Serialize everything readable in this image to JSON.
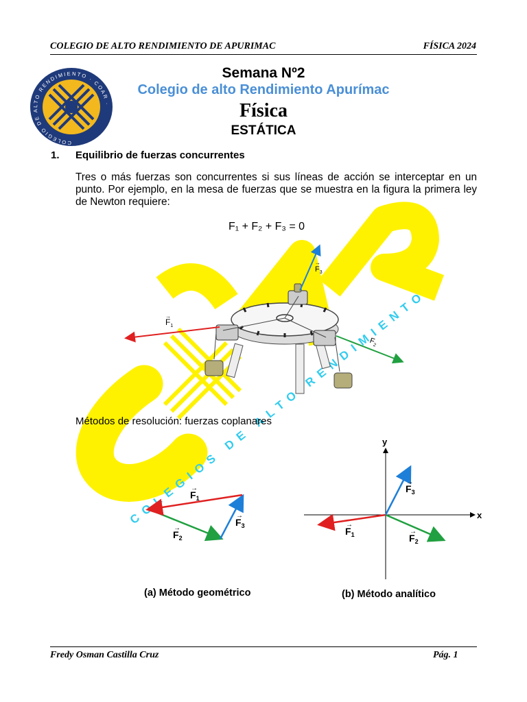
{
  "header": {
    "left": "COLEGIO DE ALTO RENDIMIENTO DE APURIMAC",
    "right": "FÍSICA 2024"
  },
  "title": {
    "week": "Semana Nº2",
    "school": "Colegio de alto Rendimiento Apurímac",
    "subject": "Física",
    "topic": "ESTÁTICA"
  },
  "logo": {
    "ring_text": "COLEGIO DE ALTO RENDIMIENTO · COAR ·"
  },
  "section1": {
    "number": "1.",
    "heading": "Equilibrio de fuerzas concurrentes",
    "paragraph": "Tres o más fuerzas son concurrentes si sus líneas de acción se interceptar en un punto. Por ejemplo, en la mesa de fuerzas que se muestra en la figura la primera ley de Newton requiere:"
  },
  "equation": {
    "text": "F₁ + F₂ + F₃ = 0"
  },
  "figure1": {
    "f1": "F",
    "f1_sub": "1",
    "f2": "F",
    "f2_sub": "2",
    "f3": "F",
    "f3_sub": "3"
  },
  "methods_label": "Métodos de resolución: fuerzas coplanares",
  "figure2": {
    "caption_a": "(a) Método geométrico",
    "caption_b": "(b) Método analítico",
    "axis_x": "x",
    "axis_y": "y",
    "f1_sub": "1",
    "f2_sub": "2",
    "f3_sub": "3"
  },
  "watermark": {
    "big": "COAR",
    "ring": "COLEGIOS DE ALTO RENDIMIENTO"
  },
  "footer": {
    "author": "Fredy Osman Castilla Cruz",
    "page": "Pág. 1"
  },
  "colors": {
    "title_blue": "#4a8fd6",
    "watermark_yellow": "#fff200",
    "watermark_cyan": "#33ccee",
    "red": "#e02020",
    "green": "#20a040",
    "blue": "#1e7fd8"
  }
}
